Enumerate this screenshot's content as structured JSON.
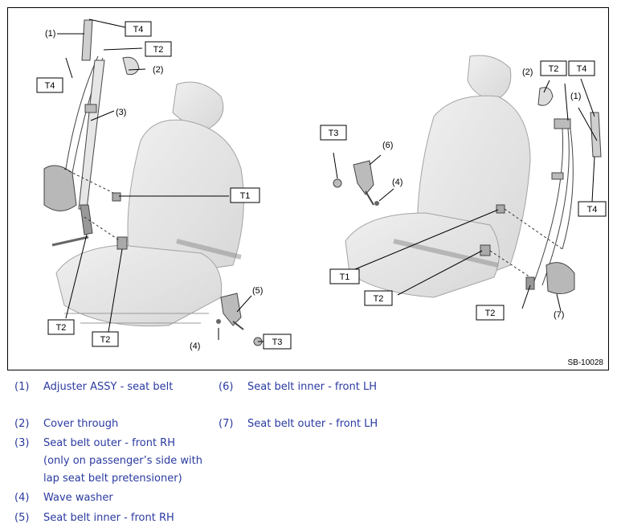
{
  "figure": {
    "id": "SB-10028",
    "callouts": {
      "t4_top": "T4",
      "t4_left": "T4",
      "t2_top": "T2",
      "t1_left": "T1",
      "t2_left_a": "T2",
      "t2_left_b": "T2",
      "t3_left": "T3",
      "t3_right": "T3",
      "t2_right_top": "T2",
      "t4_right_top": "T4",
      "t4_right_bottom": "T4",
      "t1_right": "T1",
      "t2_right_mid": "T2",
      "t2_right_bottom": "T2"
    },
    "labels": {
      "l1_left": "(1)",
      "l2_left": "(2)",
      "l3_left": "(3)",
      "l4_left": "(4)",
      "l5_left": "(5)",
      "l2_right": "(2)",
      "l1_right": "(1)",
      "l6_right": "(6)",
      "l4_right": "(4)",
      "l7_right": "(7)"
    }
  },
  "legend": [
    {
      "num": "(1)",
      "text": "Adjuster ASSY - seat belt"
    },
    {
      "num": "(6)",
      "text": "Seat belt inner - front LH"
    },
    {
      "num": "(2)",
      "text": "Cover through"
    },
    {
      "num": "(7)",
      "text": "Seat belt outer - front LH"
    },
    {
      "num": "(3)",
      "text": "Seat belt outer - front RH"
    },
    {
      "num": "",
      "text": "(only on passenger’s side with"
    },
    {
      "num": "",
      "text": "lap seat belt pretensioner)"
    },
    {
      "num": "(4)",
      "text": "Wave washer"
    },
    {
      "num": "(5)",
      "text": "Seat belt inner - front RH"
    }
  ]
}
